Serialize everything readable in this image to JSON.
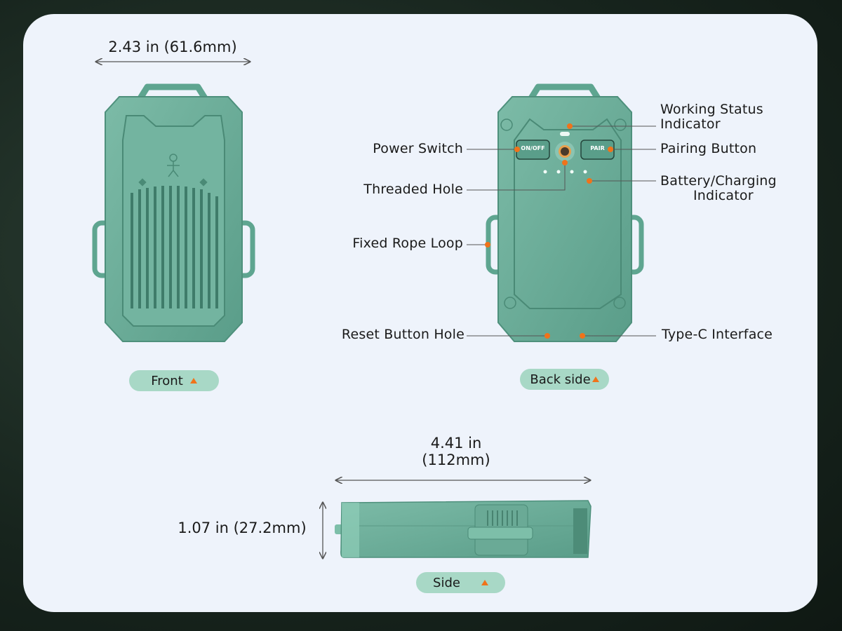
{
  "dimensions": {
    "front_width": "2.43 in (61.6mm)",
    "side_length_line1": "4.41 in",
    "side_length_line2": "(112mm)",
    "side_thickness": "1.07 in (27.2mm)"
  },
  "views": {
    "front": "Front",
    "back": "Back side",
    "side": "Side"
  },
  "callouts": {
    "working_status_1": "Working Status",
    "working_status_2": "Indicator",
    "power_switch": "Power Switch",
    "pairing_button": "Pairing Button",
    "threaded_hole": "Threaded Hole",
    "battery_1": "Battery/Charging",
    "battery_2": "Indicator",
    "rope_loop": "Fixed Rope Loop",
    "reset_hole": "Reset Button Hole",
    "type_c": "Type-C Interface"
  },
  "device_labels": {
    "on_off": "ON/OFF",
    "pair": "PAIR"
  },
  "colors": {
    "body": "#6fb09c",
    "accent": "#f0731a",
    "pill": "#a8d8c6",
    "card": "#eef3fb"
  }
}
